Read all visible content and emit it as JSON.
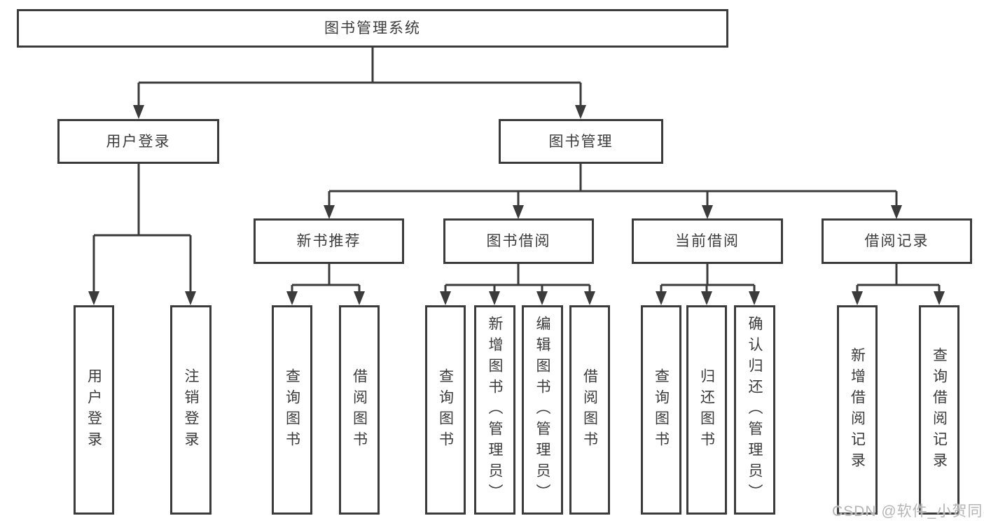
{
  "diagram": {
    "root": {
      "label": "图书管理系统"
    },
    "level2": [
      {
        "label": "用户登录"
      },
      {
        "label": "图书管理"
      }
    ],
    "level3": [
      {
        "label": "新书推荐"
      },
      {
        "label": "图书借阅"
      },
      {
        "label": "当前借阅"
      },
      {
        "label": "借阅记录"
      }
    ],
    "leaves": {
      "user_login": [
        "用户登录",
        "注销登录"
      ],
      "new_book_recommend": [
        "查询图书",
        "借阅图书"
      ],
      "book_borrowing": [
        "查询图书",
        "新增图书（管理员）",
        "编辑图书（管理员）",
        "借阅图书"
      ],
      "current_borrowing": [
        "查询图书",
        "归还图书",
        "确认归还（管理员）"
      ],
      "borrowing_records": [
        "新增借阅记录",
        "查询借阅记录"
      ]
    }
  },
  "watermark": {
    "text": "CSDN @软件_小贺同学"
  },
  "colors": {
    "line": "#3b3b3b",
    "text": "#3b3b3b",
    "box_background": "#ffffff",
    "page_background": "#ffffff",
    "watermark": "#b5b5b5"
  }
}
